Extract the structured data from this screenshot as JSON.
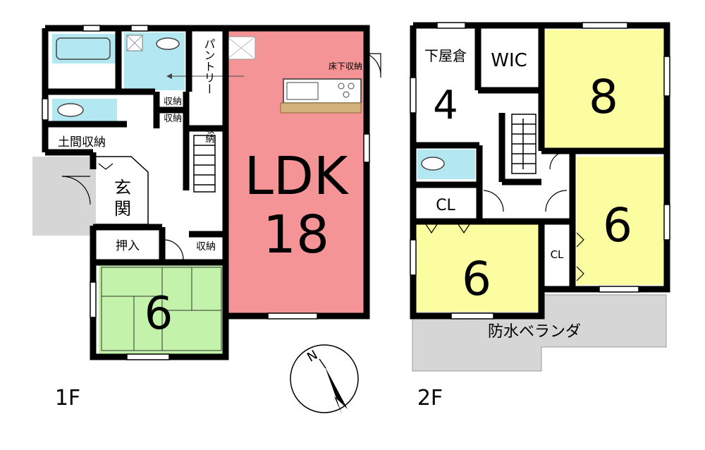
{
  "floor1": {
    "level": "1F",
    "rooms": {
      "ldk": {
        "label": "LDK",
        "size": "18"
      },
      "washitsu": {
        "size": "6"
      },
      "genkan": {
        "label": "玄関"
      },
      "doma_storage": {
        "label": "土間収納"
      },
      "oshiire": {
        "label": "押入"
      },
      "storage_a": {
        "label": "収納"
      },
      "storage_b": {
        "label": "収納"
      },
      "storage_c": {
        "label": "収納"
      },
      "storage_d": {
        "label": "収納"
      },
      "pantry": {
        "label": "パントリー"
      },
      "underfloor": {
        "label": "床下収納"
      }
    }
  },
  "floor2": {
    "level": "2F",
    "rooms": {
      "attic": {
        "label": "下屋倉",
        "size": "4"
      },
      "wic": {
        "label": "WIC"
      },
      "bed_a": {
        "size": "8"
      },
      "bed_b": {
        "size": "6"
      },
      "bed_c": {
        "size": "6"
      },
      "closet_a": {
        "label": "CL"
      },
      "closet_b": {
        "label": "CL"
      },
      "balcony": {
        "label": "防水ベランダ"
      }
    }
  },
  "compass": {
    "label": "N"
  },
  "colors": {
    "wall": "#000000",
    "ldk": "#f49497",
    "washitsu": "#c3f3ab",
    "bedroom": "#fcfca0",
    "wet": "#b3e8f2",
    "kitchen_counter": "#d4b27b",
    "exterior": "#d6d6d6"
  }
}
